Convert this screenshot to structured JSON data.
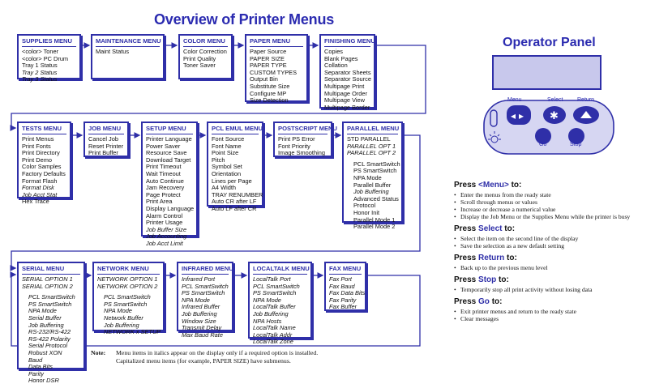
{
  "title": "Overview of Printer Menus",
  "menus": {
    "supplies": {
      "title": "SUPPLIES MENU",
      "items": [
        {
          "t": "<color> Toner"
        },
        {
          "t": "<color> PC Drum"
        },
        {
          "t": "Tray 1 Status"
        },
        {
          "t": "Tray 2 Status",
          "i": true
        },
        {
          "t": "Tray 3 Status",
          "i": true
        }
      ]
    },
    "maintenance": {
      "title": "MAINTENANCE MENU",
      "items": [
        {
          "t": "Maint Status"
        }
      ]
    },
    "color": {
      "title": "COLOR MENU",
      "items": [
        {
          "t": "Color Correction"
        },
        {
          "t": "Print Quality"
        },
        {
          "t": "Toner Saver"
        }
      ]
    },
    "paper": {
      "title": "PAPER MENU",
      "items": [
        {
          "t": "Paper Source"
        },
        {
          "t": "PAPER SIZE"
        },
        {
          "t": "PAPER TYPE"
        },
        {
          "t": "CUSTOM TYPES"
        },
        {
          "t": "Output Bin"
        },
        {
          "t": "Substitute Size"
        },
        {
          "t": "Configure MP"
        },
        {
          "t": "Size Detection"
        }
      ]
    },
    "finishing": {
      "title": "FINISHING MENU",
      "items": [
        {
          "t": "Copies"
        },
        {
          "t": "Blank Pages"
        },
        {
          "t": "Collation"
        },
        {
          "t": "Separator Sheets"
        },
        {
          "t": "Separator Source"
        },
        {
          "t": "Multipage Print"
        },
        {
          "t": "Multipage Order"
        },
        {
          "t": "Multipage View"
        },
        {
          "t": "Multipage Border"
        }
      ]
    },
    "tests": {
      "title": "TESTS MENU",
      "items": [
        {
          "t": "Print Menus"
        },
        {
          "t": "Print Fonts"
        },
        {
          "t": "Print Directory"
        },
        {
          "t": "Print Demo"
        },
        {
          "t": "Color Samples"
        },
        {
          "t": "Factory Defaults"
        },
        {
          "t": "Format Flash"
        },
        {
          "t": "Format Disk",
          "i": true
        },
        {
          "t": "Job Acct Stat",
          "i": true
        },
        {
          "t": "Hex Trace"
        }
      ]
    },
    "job": {
      "title": "JOB MENU",
      "items": [
        {
          "t": "Cancel Job"
        },
        {
          "t": "Reset Printer"
        },
        {
          "t": "Print Buffer"
        }
      ]
    },
    "setup": {
      "title": "SETUP MENU",
      "items": [
        {
          "t": "Printer Language"
        },
        {
          "t": "Power Saver"
        },
        {
          "t": "Resource Save"
        },
        {
          "t": "Download Target"
        },
        {
          "t": "Print Timeout"
        },
        {
          "t": "Wait Timeout"
        },
        {
          "t": "Auto Continue"
        },
        {
          "t": "Jam Recovery"
        },
        {
          "t": "Page Protect"
        },
        {
          "t": "Print Area"
        },
        {
          "t": "Display Language"
        },
        {
          "t": "Alarm Control"
        },
        {
          "t": "Printer Usage"
        },
        {
          "t": "Job Buffer Size",
          "i": true
        },
        {
          "t": "Job Accounting",
          "i": true
        },
        {
          "t": "Job Acct Limit",
          "i": true
        }
      ]
    },
    "pclemul": {
      "title": "PCL EMUL MENU",
      "items": [
        {
          "t": "Font Source"
        },
        {
          "t": "Font Name"
        },
        {
          "t": "Point Size"
        },
        {
          "t": "Pitch"
        },
        {
          "t": "Symbol Set"
        },
        {
          "t": "Orientation"
        },
        {
          "t": "Lines per Page"
        },
        {
          "t": "A4 Width"
        },
        {
          "t": "TRAY RENUMBER"
        },
        {
          "t": "Auto CR after LF"
        },
        {
          "t": "Auto LF after CR"
        }
      ]
    },
    "postscript": {
      "title": "POSTSCRIPT MENU",
      "items": [
        {
          "t": "Print PS Error"
        },
        {
          "t": "Font Priority"
        },
        {
          "t": "Image Smoothing"
        }
      ]
    },
    "parallel": {
      "title": "PARALLEL MENU",
      "items": [
        {
          "t": "STD PARALLEL"
        },
        {
          "t": "PARALLEL OPT 1",
          "i": true
        },
        {
          "t": "PARALLEL OPT 2",
          "i": true
        },
        {
          "gap": true
        },
        {
          "t": "PCL SmartSwitch",
          "ind": true
        },
        {
          "t": "PS SmartSwitch",
          "ind": true
        },
        {
          "t": "NPA Mode",
          "ind": true
        },
        {
          "t": "Parallel Buffer",
          "ind": true
        },
        {
          "t": "Job Buffering",
          "ind": true,
          "i": true
        },
        {
          "t": "Advanced Status",
          "ind": true
        },
        {
          "t": "Protocol",
          "ind": true
        },
        {
          "t": "Honor Init",
          "ind": true
        },
        {
          "t": "Parallel Mode 1",
          "ind": true
        },
        {
          "t": "Parallel Mode 2",
          "ind": true
        }
      ]
    },
    "serial": {
      "title": "SERIAL MENU",
      "items": [
        {
          "t": "SERIAL OPTION 1",
          "i": true
        },
        {
          "t": "SERIAL OPTION 2",
          "i": true
        },
        {
          "gap": true
        },
        {
          "t": "PCL SmartSwitch",
          "ind": true,
          "i": true
        },
        {
          "t": "PS SmartSwitch",
          "ind": true,
          "i": true
        },
        {
          "t": "NPA Mode",
          "ind": true,
          "i": true
        },
        {
          "t": "Serial Buffer",
          "ind": true,
          "i": true
        },
        {
          "t": "Job Buffering",
          "ind": true,
          "i": true
        },
        {
          "t": "RS-232/RS-422",
          "ind": true,
          "i": true
        },
        {
          "t": "RS-422 Polarity",
          "ind": true,
          "i": true
        },
        {
          "t": "Serial Protocol",
          "ind": true,
          "i": true
        },
        {
          "t": "Robust XON",
          "ind": true,
          "i": true
        },
        {
          "t": "Baud",
          "ind": true,
          "i": true
        },
        {
          "t": "Data Bits",
          "ind": true,
          "i": true
        },
        {
          "t": "Parity",
          "ind": true,
          "i": true
        },
        {
          "t": "Honor DSR",
          "ind": true,
          "i": true
        }
      ]
    },
    "network": {
      "title": "NETWORK MENU",
      "items": [
        {
          "t": "NETWORK OPTION 1",
          "i": true
        },
        {
          "t": "NETWORK OPTION 2",
          "i": true
        },
        {
          "gap": true
        },
        {
          "t": "PCL SmartSwitch",
          "ind": true,
          "i": true
        },
        {
          "t": "PS SmartSwitch",
          "ind": true,
          "i": true
        },
        {
          "t": "NPA Mode",
          "ind": true,
          "i": true
        },
        {
          "t": "Network Buffer",
          "ind": true,
          "i": true
        },
        {
          "t": "Job Buffering",
          "ind": true,
          "i": true
        },
        {
          "t": "NETWORK x SETUP",
          "ind": true,
          "i": true
        }
      ]
    },
    "infrared": {
      "title": "INFRARED MENU",
      "items": [
        {
          "t": "Infrared Port",
          "i": true
        },
        {
          "t": "PCL SmartSwitch",
          "i": true
        },
        {
          "t": "PS SmartSwitch",
          "i": true
        },
        {
          "t": "NPA Mode",
          "i": true
        },
        {
          "t": "Infrared Buffer",
          "i": true
        },
        {
          "t": "Job Buffering",
          "i": true
        },
        {
          "t": "Window Size",
          "i": true
        },
        {
          "t": "Transmit Delay",
          "i": true
        },
        {
          "t": "Max Baud Rate",
          "i": true
        }
      ]
    },
    "localtalk": {
      "title": "LOCALTALK MENU",
      "items": [
        {
          "t": "LocalTalk Port",
          "i": true
        },
        {
          "t": "PCL SmartSwitch",
          "i": true
        },
        {
          "t": "PS SmartSwitch",
          "i": true
        },
        {
          "t": "NPA Mode",
          "i": true
        },
        {
          "t": "LocalTalk Buffer",
          "i": true
        },
        {
          "t": "Job Buffering",
          "i": true
        },
        {
          "t": "NPA Hosts",
          "i": true
        },
        {
          "t": "LocalTalk Name",
          "i": true
        },
        {
          "t": "LocalTalk Addr",
          "i": true
        },
        {
          "t": "LocalTalk Zone",
          "i": true
        }
      ]
    },
    "fax": {
      "title": "FAX MENU",
      "items": [
        {
          "t": "Fax Port",
          "i": true
        },
        {
          "t": "Fax Baud",
          "i": true
        },
        {
          "t": "Fax Data Bits",
          "i": true
        },
        {
          "t": "Fax Parity",
          "i": true
        },
        {
          "t": "Fax Buffer",
          "i": true
        }
      ]
    }
  },
  "operator_panel": {
    "title": "Operator Panel",
    "buttons": {
      "menu": "Menu",
      "select": "Select",
      "return": "Return",
      "go": "Go",
      "stop": "Stop"
    }
  },
  "instructions": [
    {
      "pre": "Press ",
      "key": "<Menu>",
      "post": " to:",
      "items": [
        "Enter the menus from the ready state",
        "Scroll through menus or values",
        "Increase or decrease a numerical value",
        "Display the Job Menu or the Supplies Menu while the printer is busy"
      ]
    },
    {
      "pre": "Press ",
      "key": "Select",
      "post": " to:",
      "items": [
        "Select the item on the second line of the display",
        "Save the selection as a new default setting"
      ]
    },
    {
      "pre": "Press ",
      "key": "Return",
      "post": " to:",
      "items": [
        "Back up to the previous menu level"
      ]
    },
    {
      "pre": "Press ",
      "key": "Stop",
      "post": " to:",
      "items": [
        "Temporarily stop all print activity without losing data"
      ]
    },
    {
      "pre": "Press ",
      "key": "Go",
      "post": " to:",
      "items": [
        "Exit printer menus and return to the ready state",
        "Clear messages"
      ]
    }
  ],
  "note": {
    "label": "Note:",
    "line1": "Menu items in italics appear on the display only if a required option is installed.",
    "line2": "Capitalized menu items (for example, PAPER SIZE) have submenus."
  },
  "colors": {
    "accent": "#2f2fa8",
    "display": "#c8c8ec"
  }
}
